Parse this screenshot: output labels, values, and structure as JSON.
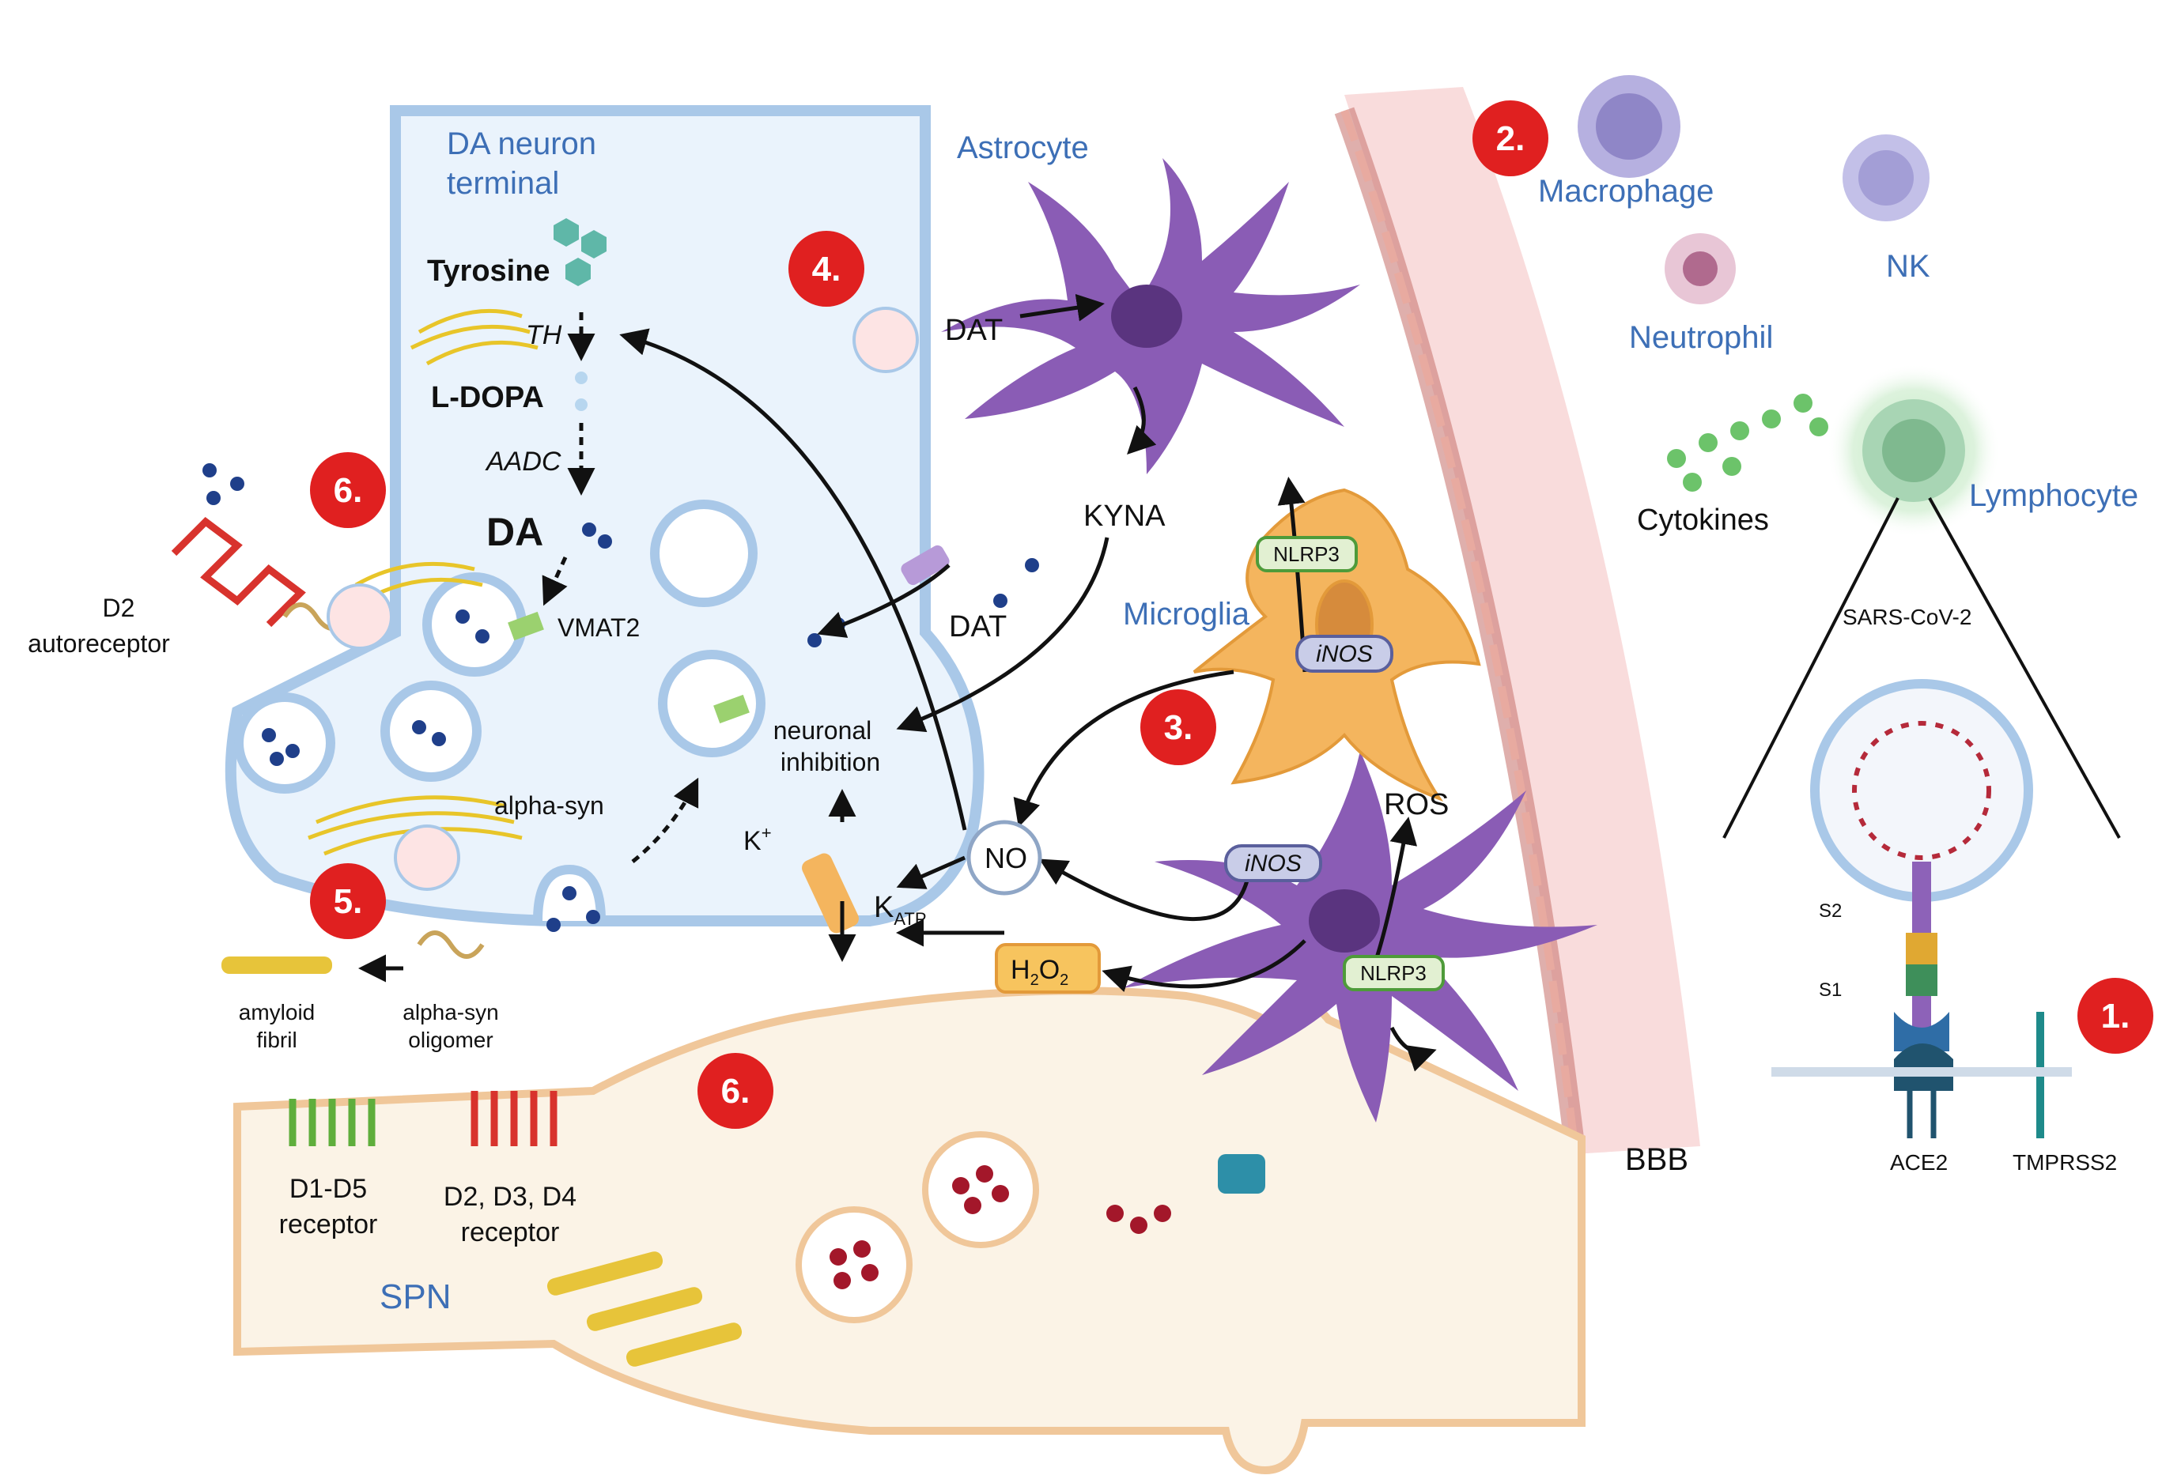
{
  "colors": {
    "neuron_fill": "#eaf3fc",
    "neuron_stroke": "#a9c8e8",
    "spn_fill": "#fbf3e6",
    "spn_stroke": "#f0c79a",
    "astrocyte": "#8a5cb5",
    "microglia": "#f4b55e",
    "bbb": "#f8d3d3",
    "marker_red": "#e02020",
    "label_blue": "#3d6fb6"
  },
  "markers": [
    "1.",
    "2.",
    "3.",
    "4.",
    "5.",
    "6.",
    "6."
  ],
  "labels": {
    "da_neuron_terminal": [
      "DA neuron",
      "terminal"
    ],
    "tyrosine": "Tyrosine",
    "th": "TH",
    "l_dopa": "L-DOPA",
    "aadc": "AADC",
    "da": "DA",
    "vmat2": "VMAT2",
    "d2_autoreceptor": [
      "D2",
      "autoreceptor"
    ],
    "alpha_syn": "alpha-syn",
    "amyloid_fibril": [
      "amyloid",
      "fibril"
    ],
    "alpha_syn_oligomer": [
      "alpha-syn",
      "oligomer"
    ],
    "d1_d5_receptor": [
      "D1-D5",
      "receptor"
    ],
    "d2_d3_d4_receptor": [
      "D2, D3, D4",
      "receptor"
    ],
    "spn": "SPN",
    "astrocyte": "Astrocyte",
    "dat_astro": "DAT",
    "dat_terminal": "DAT",
    "kyna": "KYNA",
    "neuronal_inhibition": [
      "neuronal",
      "inhibition"
    ],
    "k_plus": "K",
    "k_plus_sup": "+",
    "no": "NO",
    "katp": "K",
    "katp_sub": "ATP",
    "h2o2": "H",
    "h2o2_sub1": "2",
    "h2o2_o": "O",
    "h2o2_sub2": "2",
    "microglia": "Microglia",
    "nlrp3_top": "NLRP3",
    "inos_top": "iNOS",
    "inos_bottom": "iNOS",
    "nlrp3_bottom": "NLRP3",
    "ros": "ROS",
    "macrophage": "Macrophage",
    "nk": "NK",
    "neutrophil": "Neutrophil",
    "lymphocyte": "Lymphocyte",
    "cytokines": "Cytokines",
    "sars_cov_2": "SARS-CoV-2",
    "s2": "S2",
    "s1": "S1",
    "ace2": "ACE2",
    "tmprss2": "TMPRSS2",
    "bbb": "BBB"
  }
}
